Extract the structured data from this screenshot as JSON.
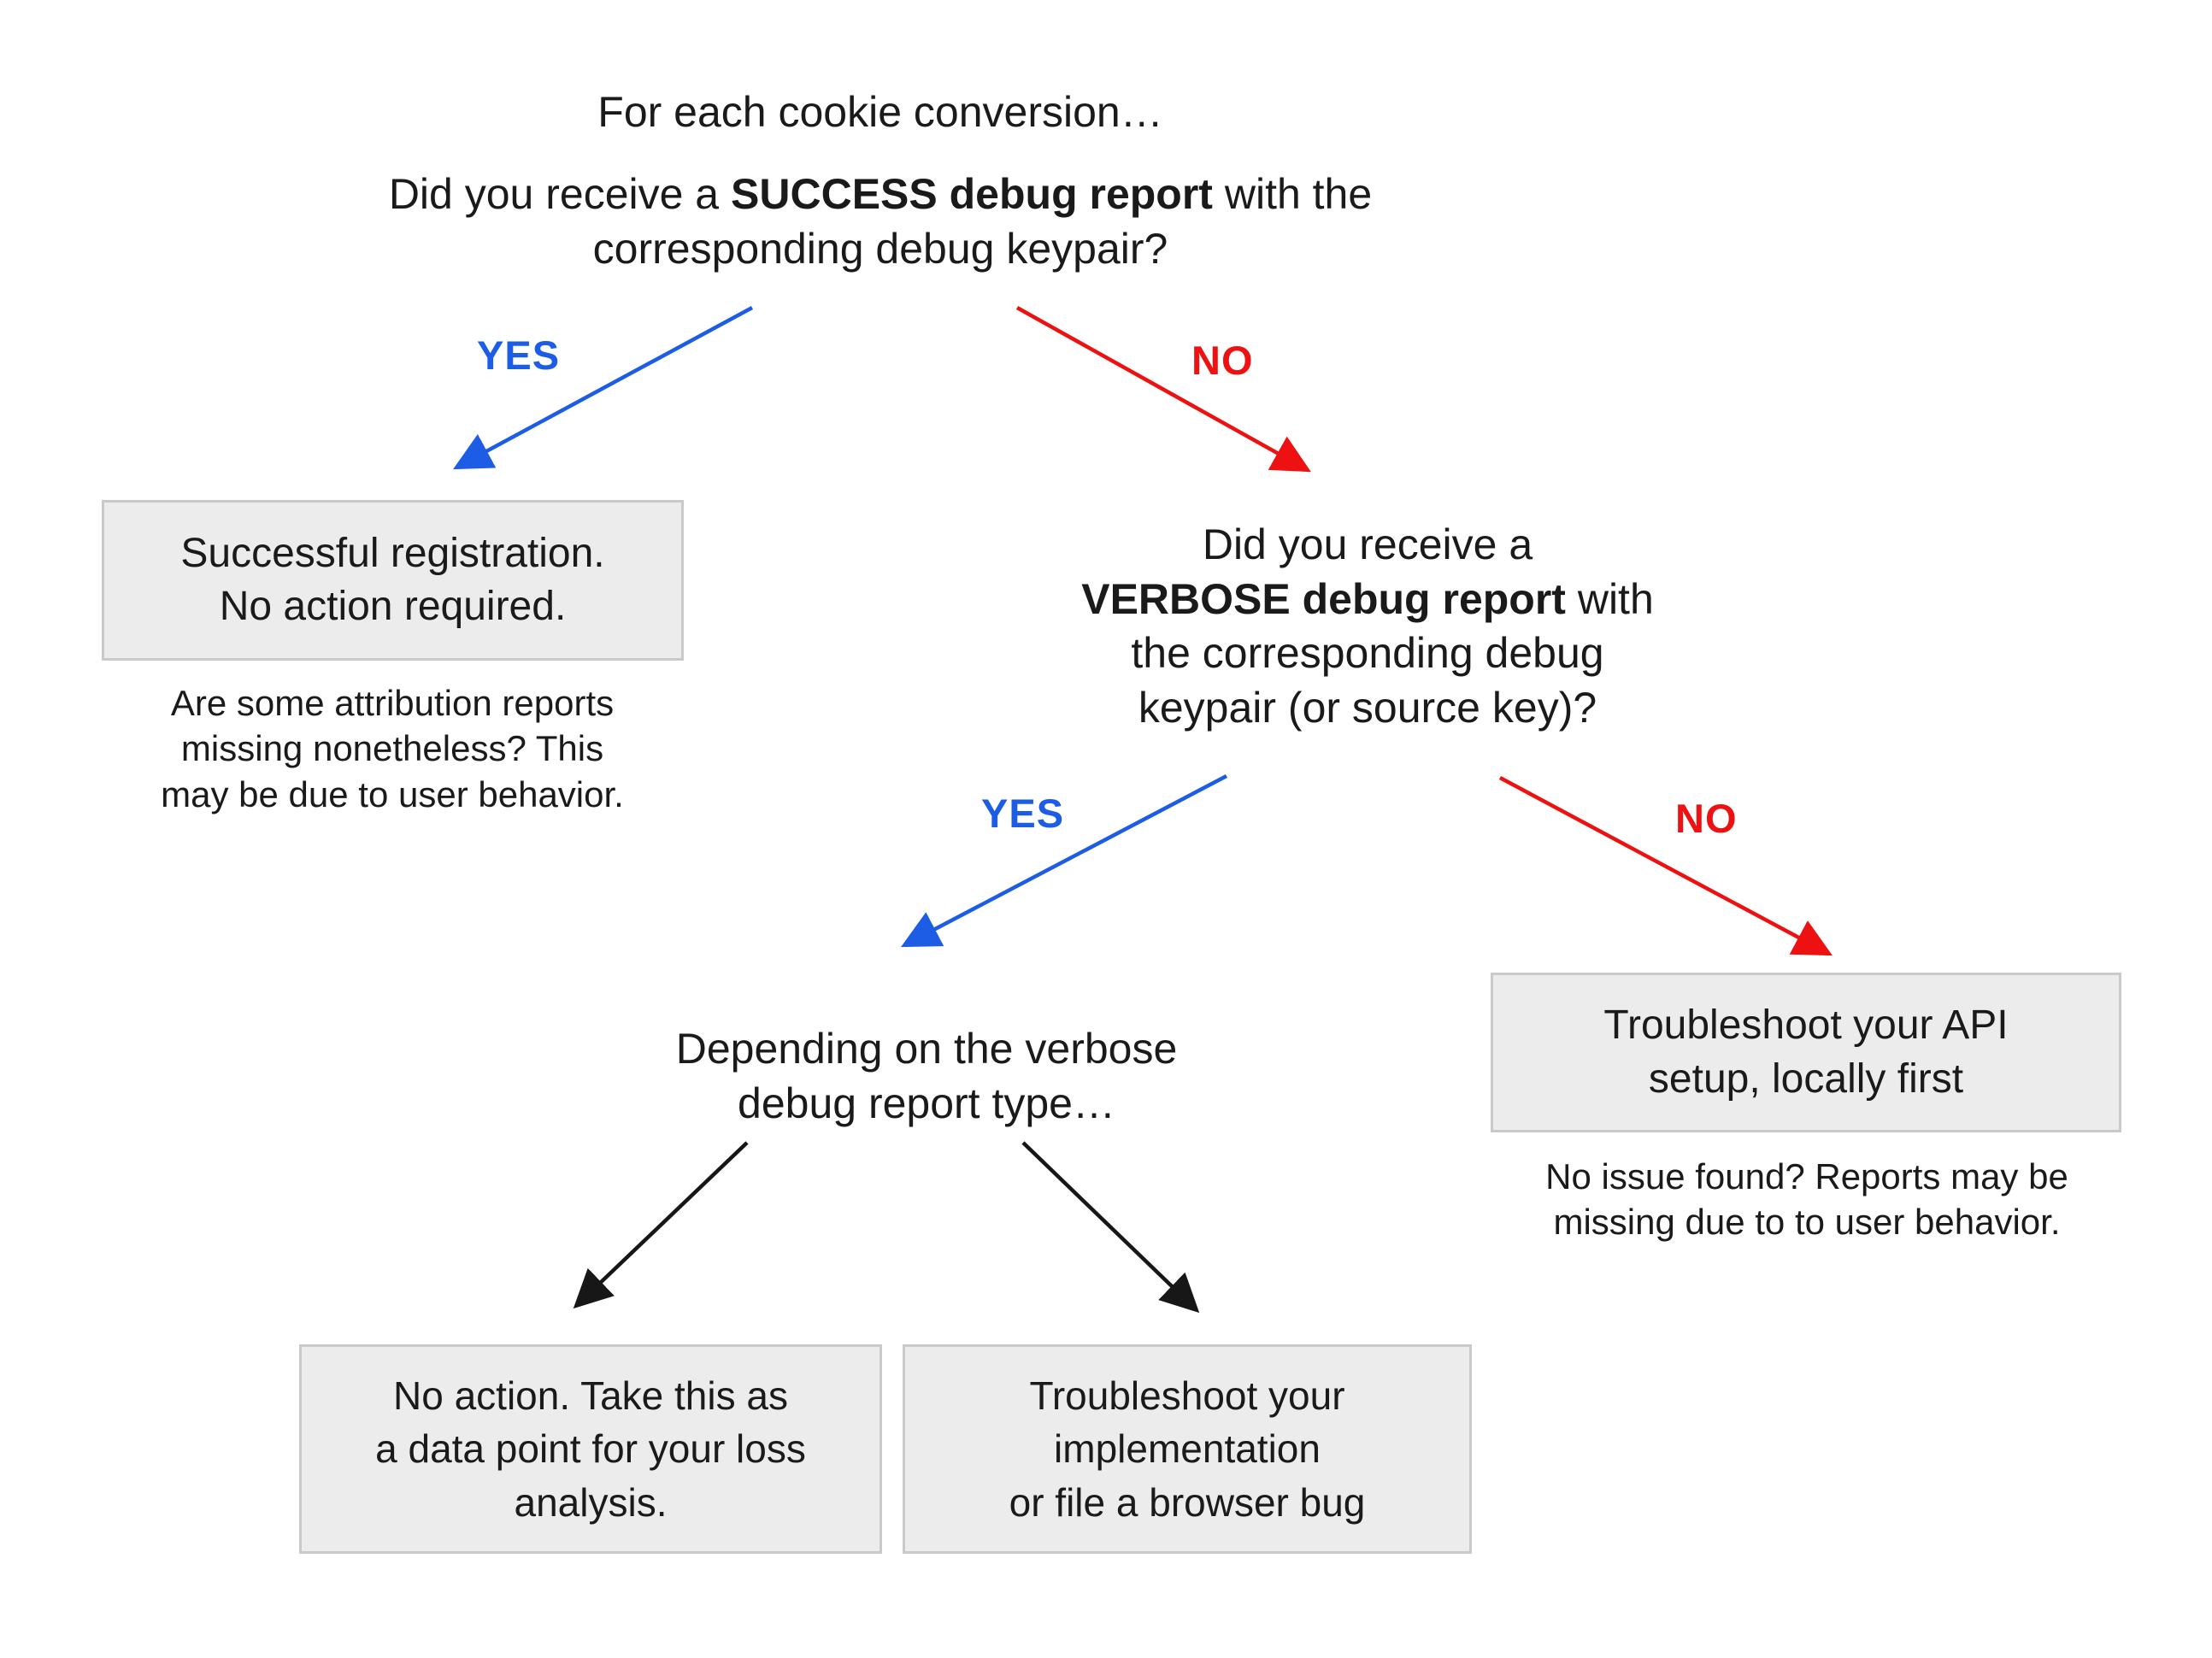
{
  "colors": {
    "yes": "#1d5de6",
    "no": "#ee1111",
    "ink": "#1a1a1a",
    "arrow": "#171717",
    "box_bg": "#ececec",
    "box_border": "#c9c9c9",
    "page_bg": "#ffffff"
  },
  "root": {
    "intro": "For each cookie conversion…",
    "q_pre": "Did you receive a ",
    "q_bold": "SUCCESS debug report",
    "q_post": " with the",
    "q_line2": "corresponding debug keypair?"
  },
  "labels": {
    "yes1": "YES",
    "no1": "NO",
    "yes2": "YES",
    "no2": "NO"
  },
  "success_box": {
    "line1": "Successful registration.",
    "line2": "No action required."
  },
  "success_note": {
    "line1": "Are some attribution reports",
    "line2": "missing nonetheless? This",
    "line3": "may be due to user behavior."
  },
  "verbose_q": {
    "line1": "Did you receive a",
    "line2_bold": "VERBOSE debug report",
    "line2_rest": " with",
    "line3": "the corresponding debug",
    "line4": "keypair (or source key)?"
  },
  "depending": {
    "line1": "Depending on the verbose",
    "line2": "debug report type…"
  },
  "api_box": {
    "line1": "Troubleshoot your API",
    "line2": "setup, locally first"
  },
  "api_note": {
    "line1": "No issue found? Reports may be",
    "line2": "missing due to to user behavior."
  },
  "noaction_box": {
    "line1": "No action. Take this as",
    "line2": "a data point for your loss",
    "line3": "analysis."
  },
  "impl_box": {
    "line1": "Troubleshoot your",
    "line2": "implementation",
    "line3": "or file a browser bug"
  }
}
